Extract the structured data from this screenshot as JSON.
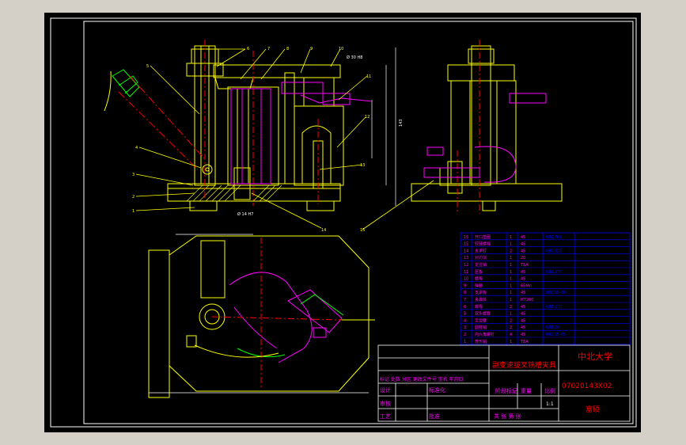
{
  "drawing": {
    "balloons": [
      "5",
      "6",
      "7",
      "8",
      "9",
      "10",
      "11",
      "12",
      "13",
      "4",
      "3",
      "2",
      "1",
      "14",
      "15"
    ],
    "dim_top": "Ø 30 H8",
    "dim_bottom_left": "Ø 14 H7",
    "dim_vertical": "143"
  },
  "title_block": {
    "title": "副变速拔叉铣槽夹具",
    "university": "中北大学",
    "drawing_no": "07020143X02",
    "revision_header": "标记 处数 分区 更改文件号 签名 年月日",
    "design": "设计",
    "standardization": "标准化",
    "review": "审核",
    "process": "工艺",
    "approve": "批准",
    "stage_label": "阶段标记",
    "weight_label": "重量",
    "scale_label": "比例",
    "scale_value": "1:1",
    "sheet_info": "共 张 第 张",
    "designer": "富硕"
  },
  "parts_list": {
    "rows": [
      {
        "no": "16",
        "name": "开口垫圈",
        "qty": "1",
        "material": "45",
        "std": "GB1761"
      },
      {
        "no": "15",
        "name": "铰链螺栓",
        "qty": "1",
        "material": "45",
        "std": ""
      },
      {
        "no": "14",
        "name": "支承钉",
        "qty": "2",
        "material": "45",
        "std": "GB2226"
      },
      {
        "no": "13",
        "name": "对刀块",
        "qty": "1",
        "material": "20",
        "std": ""
      },
      {
        "no": "12",
        "name": "定位销",
        "qty": "1",
        "material": "T8A",
        "std": ""
      },
      {
        "no": "11",
        "name": "压板",
        "qty": "1",
        "material": "45",
        "std": "GB2176"
      },
      {
        "no": "10",
        "name": "螺母",
        "qty": "1",
        "material": "45",
        "std": ""
      },
      {
        "no": "9",
        "name": "弹簧",
        "qty": "1",
        "material": "65Mn",
        "std": ""
      },
      {
        "no": "8",
        "name": "支承板",
        "qty": "1",
        "material": "45",
        "std": "HRC55-60"
      },
      {
        "no": "7",
        "name": "夹具体",
        "qty": "1",
        "material": "HT200",
        "std": ""
      },
      {
        "no": "6",
        "name": "螺母",
        "qty": "2",
        "material": "45",
        "std": "GB6170"
      },
      {
        "no": "5",
        "name": "双头螺柱",
        "qty": "1",
        "material": "45",
        "std": ""
      },
      {
        "no": "4",
        "name": "定位键",
        "qty": "2",
        "material": "45",
        "std": ""
      },
      {
        "no": "3",
        "name": "圆柱销",
        "qty": "2",
        "material": "45",
        "std": "GB119"
      },
      {
        "no": "2",
        "name": "内六角螺钉",
        "qty": "4",
        "material": "45",
        "std": "HRC55-65"
      },
      {
        "no": "1",
        "name": "菱形销",
        "qty": "1",
        "material": "T8A",
        "std": ""
      }
    ]
  },
  "colors": {
    "background": "#000000",
    "frame": "#ffffff",
    "outline": "#ffff00",
    "centerline": "#ff0000",
    "hidden": "#ff00ff",
    "dimension": "#ffffff",
    "leader": "#ffff00",
    "workpiece": "#ff00ff",
    "green": "#00ff00",
    "table": "#0000ff",
    "title_red": "#ff0000"
  }
}
